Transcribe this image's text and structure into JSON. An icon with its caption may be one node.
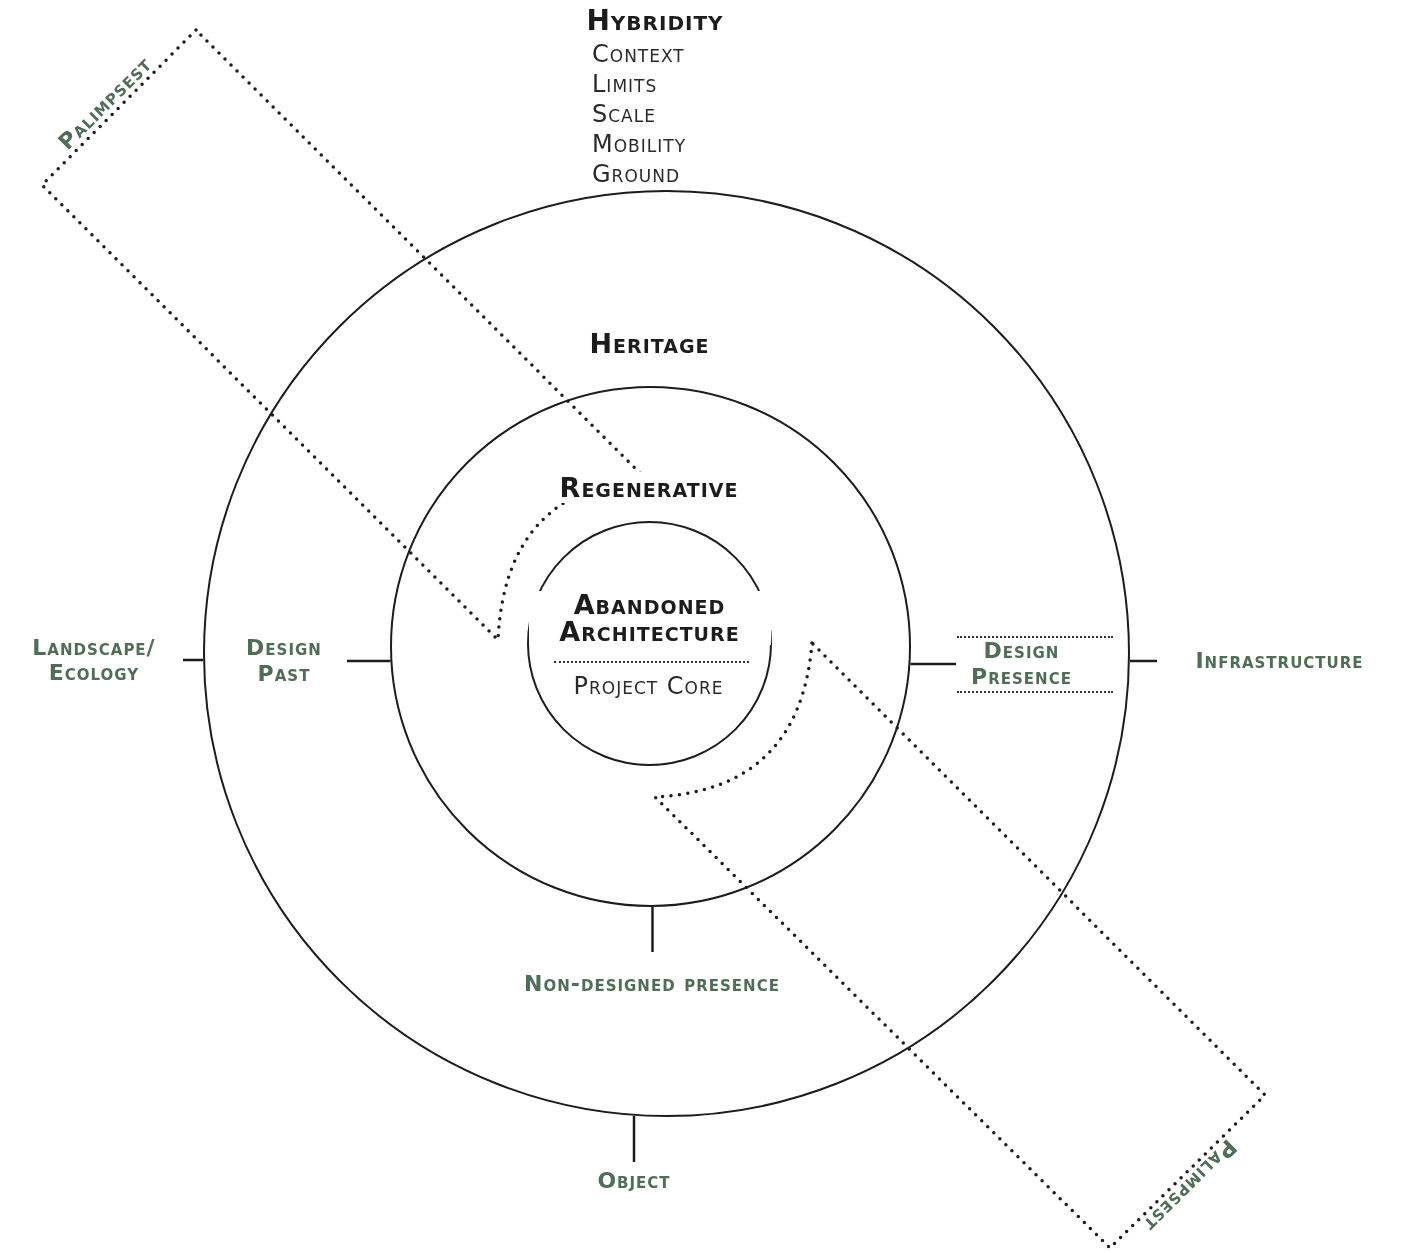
{
  "diagram": {
    "nodes": [
      {
        "text": [
          "Heritage"
        ]
      },
      {
        "text": [
          "Regenerative"
        ],
        "in": 0
      },
      {
        "text": [
          "Abandoned Architecture",
          "Project Core"
        ],
        "in": 1
      },
      {
        "text": [
          "Landscape/ Ecology"
        ]
      },
      {
        "text": [
          "Design Past"
        ],
        "in": 0
      },
      {
        "text": [
          "Design Presence"
        ],
        "in": 0
      },
      {
        "text": [
          "Infrastructure"
        ]
      },
      {
        "text": [
          "Non-designed presence"
        ],
        "in": 0
      },
      {
        "text": [
          "Object"
        ]
      },
      {
        "text": [
          "Palimpsest"
        ]
      },
      {
        "text": [
          "Palimpsest"
        ]
      }
    ],
    "edges": [
      {
        "from": 3,
        "to": 0,
        "arrow": "none"
      },
      {
        "from": 4,
        "to": 1,
        "arrow": "none"
      },
      {
        "from": 5,
        "to": 1,
        "arrow": "none"
      },
      {
        "from": 6,
        "to": 0,
        "arrow": "none"
      },
      {
        "from": 7,
        "to": 1,
        "arrow": "none"
      },
      {
        "from": 8,
        "to": 0,
        "arrow": "none"
      }
    ],
    "labels": [
      "Hybridity",
      "Context",
      "Limits",
      "Scale",
      "Mobility",
      "Ground"
    ]
  }
}
